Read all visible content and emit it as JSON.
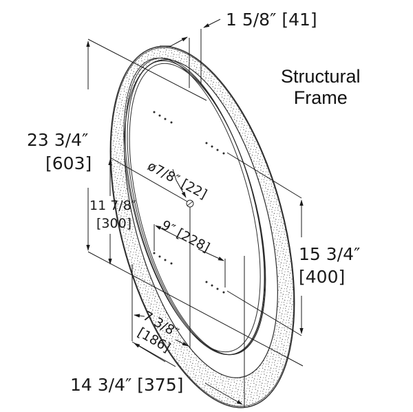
{
  "diagram": {
    "title_line1": "Structural",
    "title_line2": "Frame",
    "dimensions": {
      "frame_depth": "1 5/8″ [41]",
      "overall_height_in": "23 3/4″",
      "overall_height_mm": "[603]",
      "center_height_in": "11 7/8″",
      "center_height_mm": "[300]",
      "hole_diameter": "ø7/8″ [22]",
      "mount_spacing_width": "9″ [228]",
      "mount_spacing_height_in": "15 3/4″",
      "mount_spacing_height_mm": "[400]",
      "center_width_in": "7 3/8″",
      "center_width_mm": "[186]",
      "overall_width": "14 3/4″ [375]"
    },
    "colors": {
      "line": "#2a2a2a",
      "text": "#1a1a1a",
      "background": "#ffffff",
      "stipple": "#555555"
    }
  }
}
